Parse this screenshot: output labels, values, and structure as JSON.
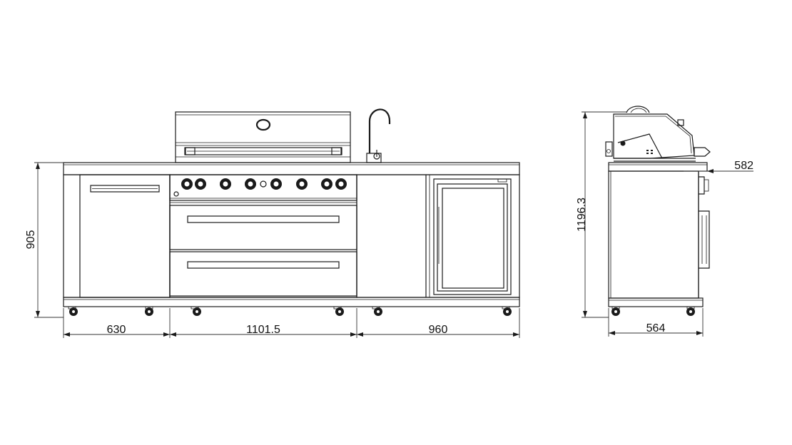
{
  "dimensions": {
    "height_front": "905",
    "width_left_cabinet": "630",
    "width_grill_unit": "1101.5",
    "width_right_cabinet": "960",
    "height_side_total": "1196.3",
    "depth_side_counter": "582",
    "depth_side_base": "564"
  },
  "colors": {
    "line": "#1a1a1a",
    "background": "#ffffff"
  }
}
